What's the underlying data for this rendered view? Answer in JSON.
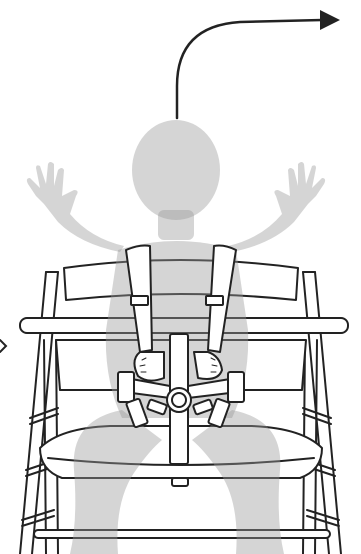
{
  "illustration": {
    "kind": "instruction-illustration",
    "subject": "child-in-high-chair-with-harness",
    "visible_text": [],
    "colors": {
      "background": "#ffffff",
      "line": "#222222",
      "child_fill": "#9a9a9a",
      "child_opacity": 0.42
    },
    "icons": [
      "curved-arrow-up-right",
      "left-pointer-arrow"
    ]
  }
}
